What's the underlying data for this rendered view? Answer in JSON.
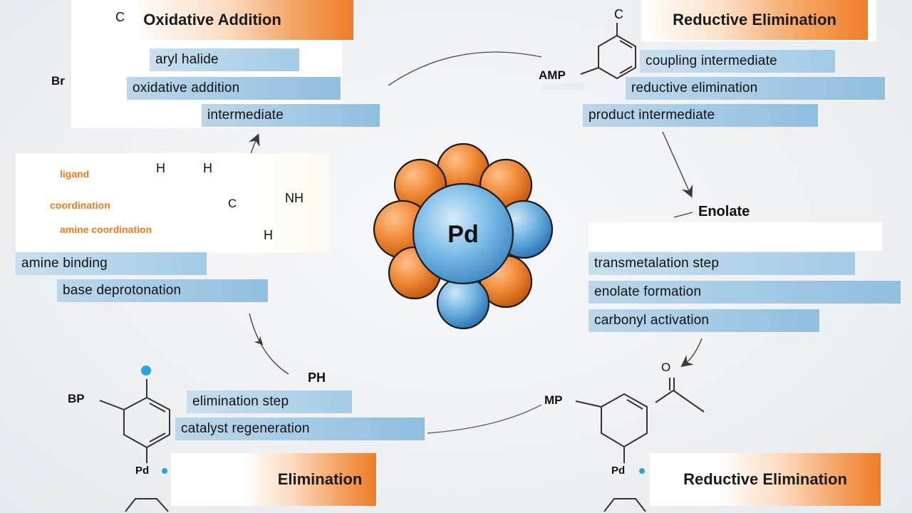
{
  "banners": {
    "top_left": "Oxidative Addition",
    "top_right": "Reductive Elimination",
    "bottom_left": "Elimination",
    "bottom_right": "Reductive Elimination"
  },
  "top_left": {
    "atom_top": "C",
    "atom_left": "Br",
    "line1": "aryl halide",
    "line2": "oxidative addition",
    "line3": "intermediate"
  },
  "top_right": {
    "atom_top": "C",
    "atom_left": "AMP",
    "line1": "coupling intermediate",
    "line2": "reductive elimination",
    "line3": "product intermediate"
  },
  "middle_left": {
    "atom_h1": "H",
    "atom_h2": "H",
    "atom_h3": "H",
    "atom_nh": "NH",
    "chain_label": "C",
    "orange1": "ligand",
    "orange2": "coordination",
    "orange3": "amine coordination",
    "line1": "amine binding",
    "line2": "base deprotonation"
  },
  "center": {
    "core_label": "Pd"
  },
  "middle_right": {
    "title": "Enolate",
    "line1": "transmetalation step",
    "line2": "enolate formation",
    "line3": "carbonyl activation"
  },
  "bottom_left": {
    "atom_left": "BP",
    "atom_ph": "PH",
    "atom_bottom": "Pd",
    "line1": "elimination step",
    "line2": "catalyst regeneration"
  },
  "bottom_right": {
    "atom_on": "O",
    "atom_left": "MP",
    "atom_bottom": "Pd"
  },
  "colors": {
    "orange": "#ef7f2a",
    "blue": "#4a9fd8",
    "label_blue": "#8fbfdf"
  }
}
